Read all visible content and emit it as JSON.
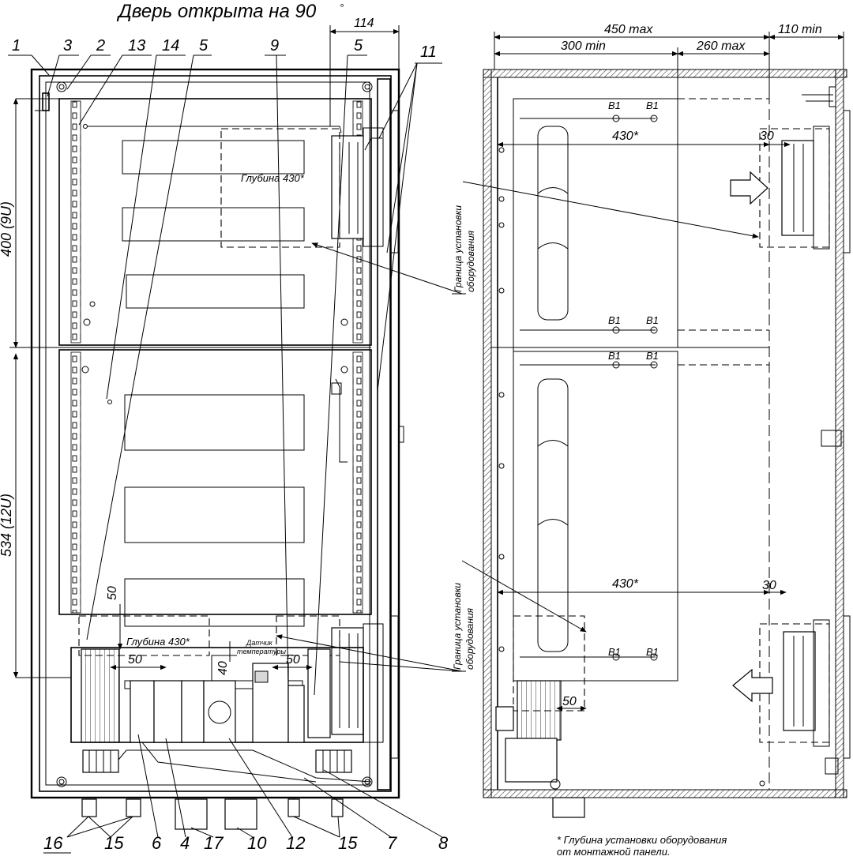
{
  "title": "Дверь открыта на 90",
  "title_degree": "°",
  "left_view": {
    "dims": {
      "top_114": "114",
      "vert_400": "400 (9U)",
      "vert_534": "534 (12U)",
      "d50_vertical": "50",
      "d50_left": "50",
      "d50_right": "50",
      "d40": "40"
    },
    "labels": {
      "depth_top": "Глубина 430*",
      "depth_bottom": "Глубина 430*",
      "sensor_line1": "Датчик",
      "sensor_line2": "температуры"
    },
    "callouts_top": [
      "1",
      "3",
      "2",
      "13",
      "14",
      "5",
      "9",
      "5",
      "11"
    ],
    "callouts_bottom": [
      "16",
      "15",
      "6",
      "4",
      "17",
      "10",
      "12",
      "15",
      "7",
      "8"
    ]
  },
  "right_view": {
    "dims": {
      "d450": "450 max",
      "d110": "110 min",
      "d300": "300 min",
      "d260": "260 max",
      "d430_top": "430*",
      "d430_bottom": "430*",
      "d30_top": "30",
      "d30_bottom": "30",
      "d50": "50"
    },
    "boundary_label_line1": "Граница установки",
    "boundary_label_line2": "оборудования",
    "b1_label": "B1"
  },
  "footnote": {
    "line1": "* Глубина установки оборудования",
    "line2": "от монтажной панели."
  },
  "colors": {
    "ink": "#000000",
    "paper": "#ffffff",
    "hatch": "#444444"
  }
}
